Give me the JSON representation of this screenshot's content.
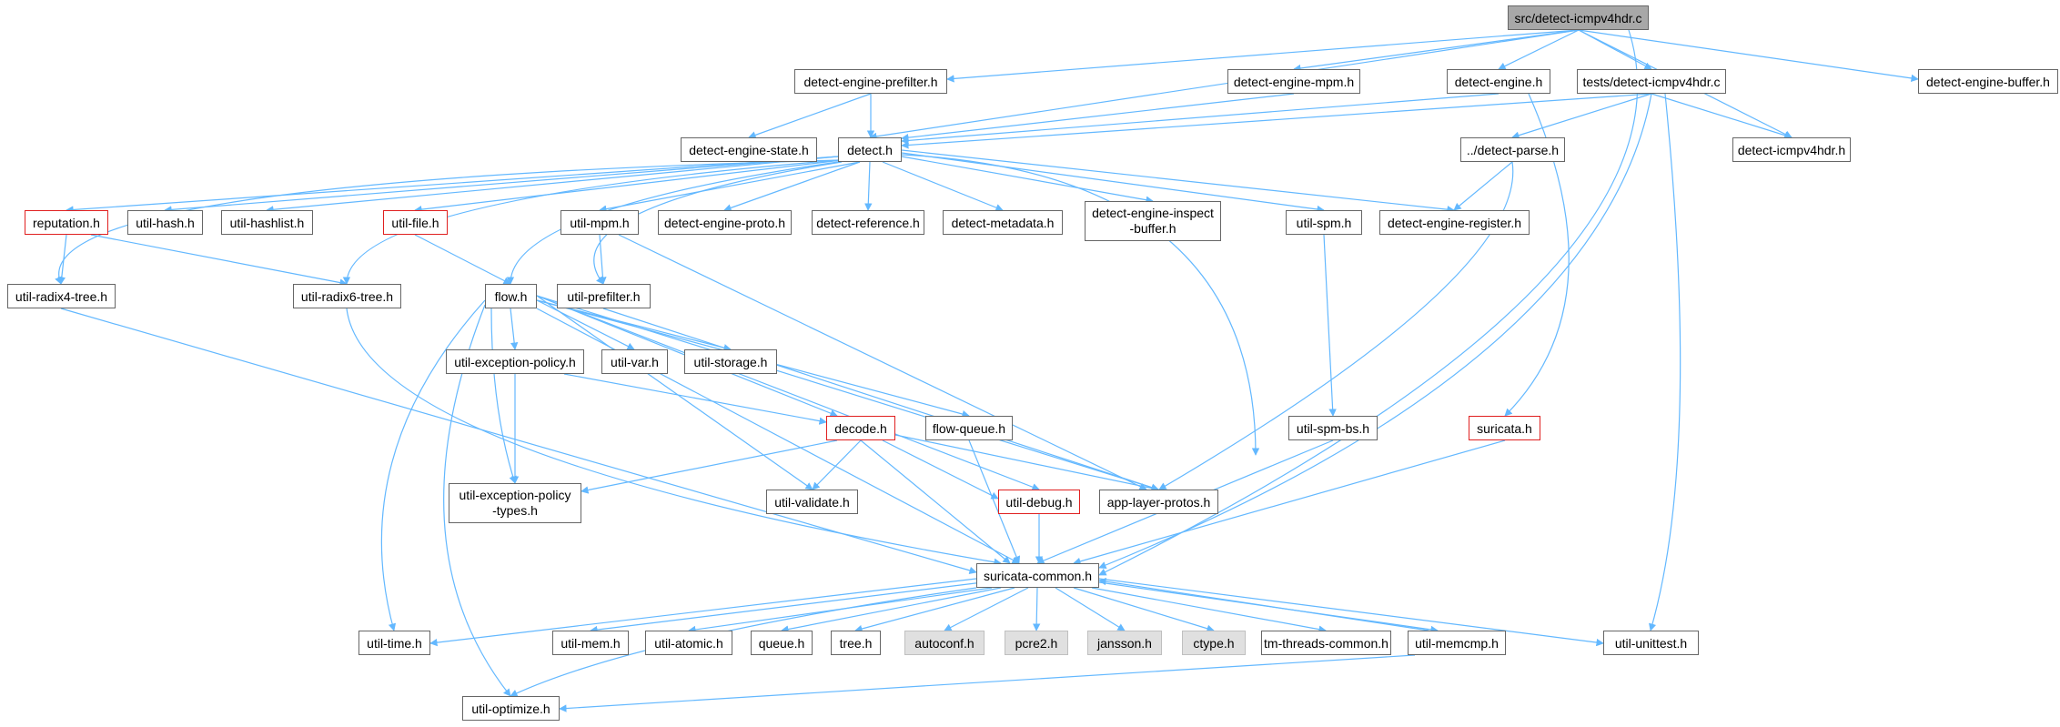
{
  "colors": {
    "edge": "#63b8ff",
    "border": "#666666",
    "red_border": "#e02020",
    "root_fill": "#a8a8a8",
    "system_fill": "#e0e0e0"
  },
  "nodes": {
    "root": "src/detect-icmpv4hdr.c",
    "prefilter_h": "detect-engine-prefilter.h",
    "mpm_h": "detect-engine-mpm.h",
    "engine_h": "detect-engine.h",
    "tests_c": "tests/detect-icmpv4hdr.c",
    "buffer_h": "detect-engine-buffer.h",
    "state_h": "detect-engine-state.h",
    "detect_h": "detect.h",
    "parse_h": "../detect-parse.h",
    "icmpv4hdr_h": "detect-icmpv4hdr.h",
    "reputation_h": "reputation.h",
    "hash_h": "util-hash.h",
    "hashlist_h": "util-hashlist.h",
    "file_h": "util-file.h",
    "umpm_h": "util-mpm.h",
    "proto_h": "detect-engine-proto.h",
    "reference_h": "detect-reference.h",
    "metadata_h": "detect-metadata.h",
    "inspect_1": "detect-engine-inspect",
    "inspect_2": "-buffer.h",
    "spm_h": "util-spm.h",
    "register_h": "detect-engine-register.h",
    "radix4_h": "util-radix4-tree.h",
    "radix6_h": "util-radix6-tree.h",
    "flow_h": "flow.h",
    "uprefilter_h": "util-prefilter.h",
    "exc_h": "util-exception-policy.h",
    "var_h": "util-var.h",
    "storage_h": "util-storage.h",
    "decode_h": "decode.h",
    "fqueue_h": "flow-queue.h",
    "spmbs_h": "util-spm-bs.h",
    "suricata_h": "suricata.h",
    "exct_1": "util-exception-policy",
    "exct_2": "-types.h",
    "validate_h": "util-validate.h",
    "debug_h": "util-debug.h",
    "alp_h": "app-layer-protos.h",
    "common_h": "suricata-common.h",
    "time_h": "util-time.h",
    "mem_h": "util-mem.h",
    "atomic_h": "util-atomic.h",
    "queue_h": "queue.h",
    "tree_h": "tree.h",
    "autoconf_h": "autoconf.h",
    "pcre2_h": "pcre2.h",
    "jansson_h": "jansson.h",
    "ctype_h": "ctype.h",
    "tmthreads_h": "tm-threads-common.h",
    "memcmp_h": "util-memcmp.h",
    "unittest_h": "util-unittest.h",
    "optimize_h": "util-optimize.h"
  }
}
